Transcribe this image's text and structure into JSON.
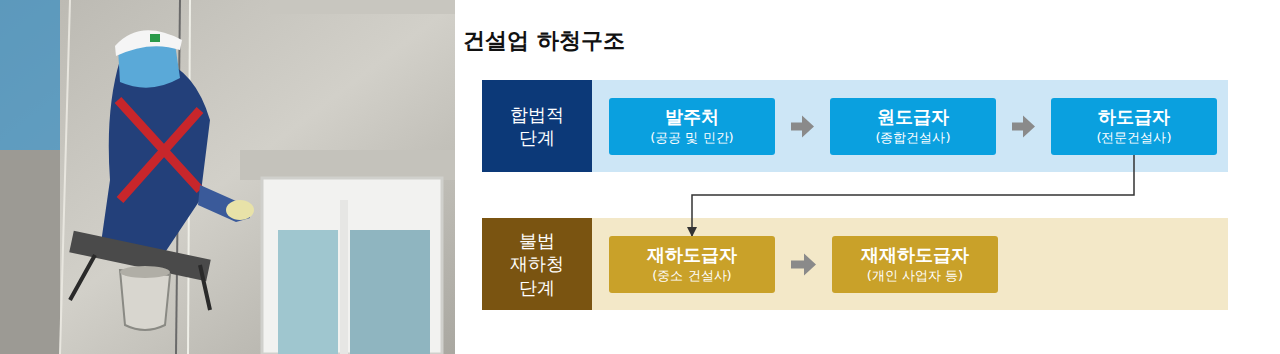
{
  "diagram": {
    "title": "건설업 하청구조",
    "nodes": [
      {
        "text": [
          "합법적 단계"
        ]
      },
      {
        "text": [
          "발주처",
          "(공공 및 민간)"
        ],
        "in": 0
      },
      {
        "text": [
          "원도급자",
          "(종합건설사)"
        ],
        "in": 0
      },
      {
        "text": [
          "하도급자",
          "(전문건설사)"
        ],
        "in": 0
      },
      {
        "text": [
          "불법 재하청 단계"
        ]
      },
      {
        "text": [
          "재하도급자",
          "(중소 건설사)"
        ],
        "in": 4
      },
      {
        "text": [
          "재재하도급자",
          "(개인 사업자 등)"
        ],
        "in": 4
      }
    ],
    "edges": [
      {
        "from": 1,
        "to": 2,
        "arrow": "to"
      },
      {
        "from": 2,
        "to": 3,
        "arrow": "to"
      },
      {
        "from": 3,
        "to": 5,
        "arrow": "to"
      },
      {
        "from": 5,
        "to": 6,
        "arrow": "to"
      }
    ]
  }
}
